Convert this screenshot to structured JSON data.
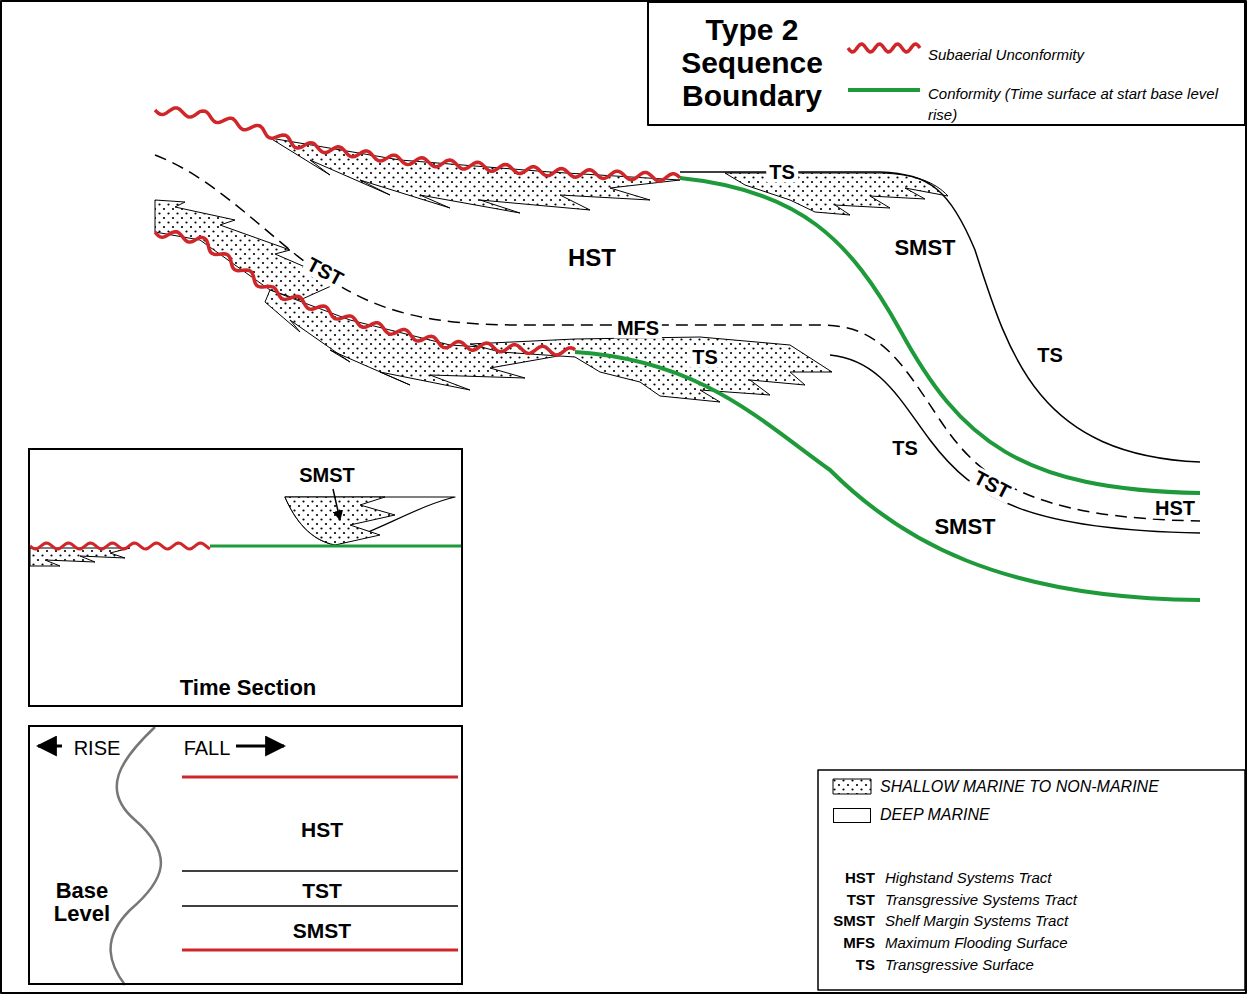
{
  "diagram": {
    "title": "Type 2 Sequence Boundary",
    "nodes": [
      {
        "text": [
          "SMST",
          "Time Section"
        ]
      },
      {
        "text": [
          "RISE",
          "FALL",
          "HST",
          "TST",
          "SMST",
          "Base Level"
        ]
      }
    ],
    "labels": [
      "TS",
      "HST",
      "SMST",
      "TS",
      "TST",
      "MFS",
      "TS",
      "TS",
      "TST",
      "HST",
      "SMST",
      "HST",
      "Highstand Systems Tract",
      "TST",
      "Transgressive Systems Tract",
      "SMST",
      "Shelf Margin Systems Tract",
      "MFS",
      "Maximum Flooding Surface",
      "TS",
      "Transgressive Surface"
    ],
    "legend": [
      {
        "text": "Subaerial Unconformity"
      },
      {
        "text": "Conformity (Time surface at start base level rise)"
      },
      {
        "text": "SHALLOW MARINE TO NON-MARINE"
      },
      {
        "text": "DEEP MARINE",
        "color": "#ffffff"
      }
    ]
  }
}
